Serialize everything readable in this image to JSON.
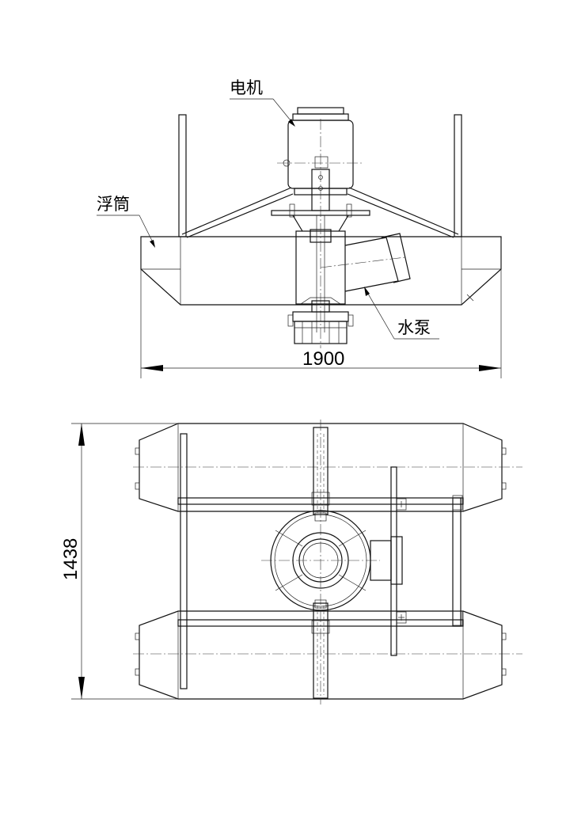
{
  "labels": {
    "motor": "电机",
    "float": "浮筒",
    "pump": "水泵"
  },
  "dimensions": {
    "width": "1900",
    "height": "1438"
  }
}
